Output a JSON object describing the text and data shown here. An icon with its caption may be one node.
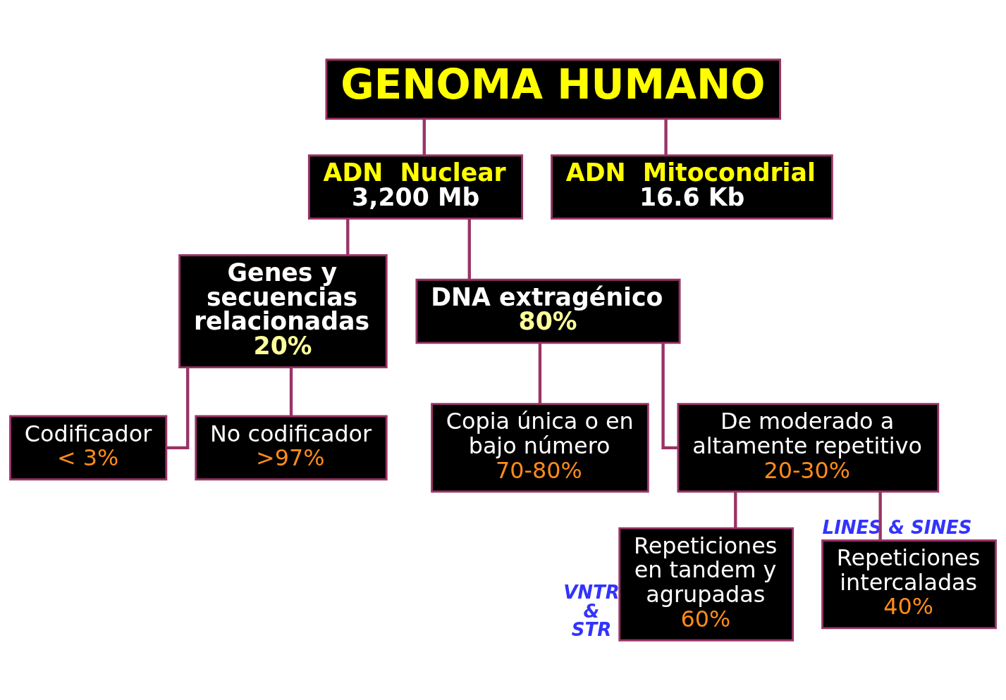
{
  "diagram": {
    "nodes": [
      {
        "text": [
          "GENOMA HUMANO"
        ]
      },
      {
        "text": [
          "ADN  Nuclear",
          "3,200 Mb"
        ]
      },
      {
        "text": [
          "ADN  Mitocondrial",
          "16.6 Kb"
        ]
      },
      {
        "text": [
          "Genes y secuencias relacionadas",
          "20%"
        ]
      },
      {
        "text": [
          "DNA extragénico",
          "80%"
        ]
      },
      {
        "text": [
          "Codificador",
          "< 3%"
        ]
      },
      {
        "text": [
          "No codificador",
          ">97%"
        ]
      },
      {
        "text": [
          "Copia única o en bajo número",
          "70-80%"
        ]
      },
      {
        "text": [
          "De moderado a altamente repetitivo",
          "20-30%"
        ]
      },
      {
        "text": [
          "Repeticiones en tandem y agrupadas",
          "60%"
        ],
        "beside": [
          "VNTR & STR"
        ]
      },
      {
        "text": [
          "Repeticiones intercaladas",
          "40%"
        ],
        "beside": [
          "LINES & SINES"
        ]
      }
    ],
    "edges": [
      {
        "from": 0,
        "to": 1,
        "arrow": "none"
      },
      {
        "from": 0,
        "to": 2,
        "arrow": "none"
      },
      {
        "from": 1,
        "to": 3,
        "arrow": "none"
      },
      {
        "from": 1,
        "to": 4,
        "arrow": "none"
      },
      {
        "from": 3,
        "to": 5,
        "arrow": "none"
      },
      {
        "from": 3,
        "to": 6,
        "arrow": "none"
      },
      {
        "from": 4,
        "to": 7,
        "arrow": "none"
      },
      {
        "from": 4,
        "to": 8,
        "arrow": "none"
      },
      {
        "from": 8,
        "to": 9,
        "arrow": "none"
      },
      {
        "from": 8,
        "to": 10,
        "arrow": "none"
      }
    ]
  }
}
